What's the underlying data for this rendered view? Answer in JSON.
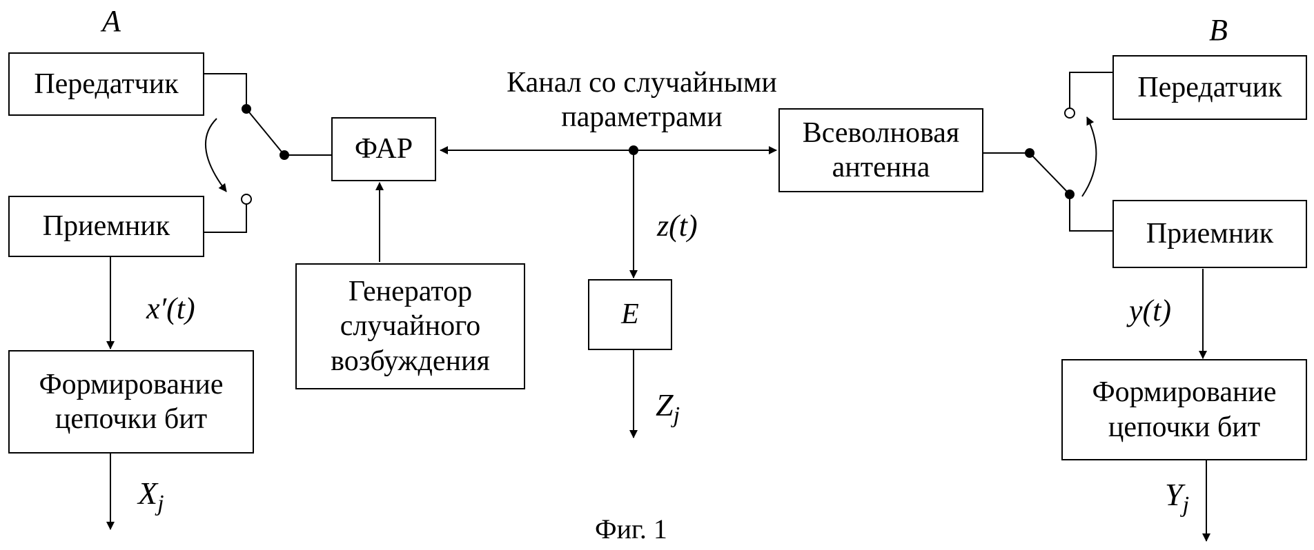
{
  "station_a": {
    "label": "A",
    "transmitter": "Передатчик",
    "receiver": "Приемник",
    "bit_former": "Формирование\nцепочки бит",
    "received_signal": "x′(t)",
    "output_base": "X",
    "output_sub": "j"
  },
  "station_b": {
    "label": "B",
    "transmitter": "Передатчик",
    "receiver": "Приемник",
    "bit_former": "Формирование\nцепочки бит",
    "received_signal": "y(t)",
    "output_base": "Y",
    "output_sub": "j"
  },
  "phased_array": "ФАР",
  "random_generator": "Генератор\nслучайного\nвозбуждения",
  "channel": "Канал со случайными\nпараметрами",
  "omni_antenna": "Всеволновая\nантенна",
  "eavesdropper": {
    "label": "E",
    "signal": "z(t)",
    "output_base": "Z",
    "output_sub": "j"
  },
  "caption": "Фиг. 1"
}
